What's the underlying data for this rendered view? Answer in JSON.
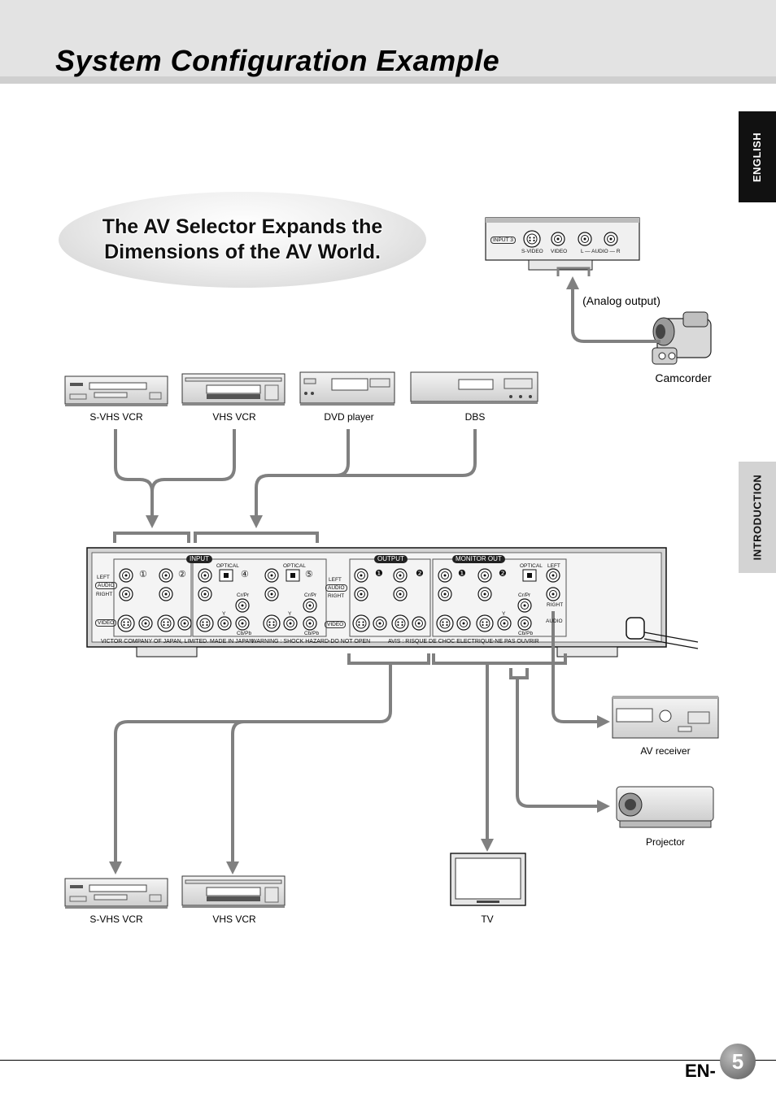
{
  "page": {
    "title": "System Configuration Example",
    "tabs": {
      "english": "ENGLISH",
      "introduction": "INTRODUCTION"
    },
    "headline": {
      "line1": "The AV Selector Expands the",
      "line2": "Dimensions of the AV World."
    },
    "footer": {
      "prefix": "EN-",
      "page_number": "5"
    }
  },
  "devices": {
    "top_sources": [
      "S-VHS VCR",
      "VHS VCR",
      "DVD player",
      "DBS"
    ],
    "camcorder": "Camcorder",
    "analog_output": "(Analog output)",
    "av_receiver": "AV receiver",
    "projector": "Projector",
    "bottom_recorders": [
      "S-VHS VCR",
      "VHS VCR"
    ],
    "tv": "TV"
  },
  "input3_panel": {
    "label": "INPUT 3",
    "jacks": [
      "S-VIDEO",
      "VIDEO",
      "L — AUDIO — R"
    ]
  },
  "rear_panel": {
    "sections": {
      "input": "INPUT",
      "output": "OUTPUT",
      "monitor_out": "MONITOR OUT"
    },
    "labels": {
      "left": "LEFT",
      "audio": "AUDIO",
      "right": "RIGHT",
      "video": "VIDEO",
      "optical": "OPTICAL",
      "cr_pr": "Cr/Pr",
      "cb_pb": "Cb/Pb",
      "y": "Y"
    },
    "input_numbers": [
      "①",
      "②",
      "④",
      "⑤"
    ],
    "output_numbers": [
      "❶",
      "❷"
    ],
    "bottom_text": {
      "maker": "VICTOR COMPANY OF JAPAN, LIMITED.   MADE IN JAPAN",
      "warning": "WARNING : SHOCK HAZARD-DO NOT OPEN",
      "avis": "AVIS : RISQUE DE CHOC ELECTRIQUE-NE PAS OUVRIR"
    }
  },
  "colors": {
    "connector_lines": "#808080",
    "header_bg": "#e3e3e3",
    "tab_dark": "#111111",
    "tab_light": "#d3d3d3"
  }
}
